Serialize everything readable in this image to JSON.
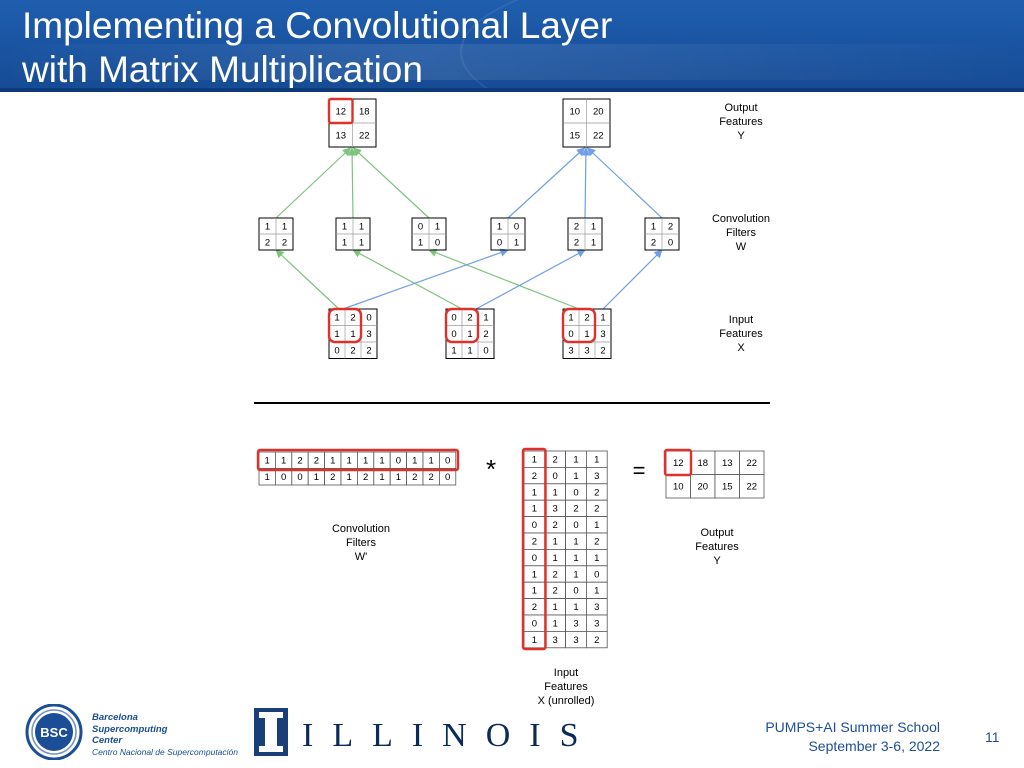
{
  "slide": {
    "title_line1": "Implementing a Convolutional Layer",
    "title_line2": "with Matrix Multiplication",
    "page_number": "11"
  },
  "labels": {
    "output_features_top": [
      "Output",
      "Features",
      "Y"
    ],
    "conv_filters_top": [
      "Convolution",
      "Filters",
      "W"
    ],
    "input_features_top": [
      "Input",
      "Features",
      "X"
    ],
    "conv_filters_bottom": [
      "Convolution",
      "Filters",
      "W'"
    ],
    "output_features_bottom": [
      "Output",
      "Features",
      "Y"
    ],
    "input_unrolled": [
      "Input",
      "Features",
      "X (unrolled)"
    ],
    "multiply_symbol": "*",
    "equals_symbol": "="
  },
  "matrices": {
    "output_y": [
      [
        [
          "12",
          "18"
        ],
        [
          "13",
          "22"
        ]
      ],
      [
        [
          "10",
          "20"
        ],
        [
          "15",
          "22"
        ]
      ]
    ],
    "filters_w": [
      [
        [
          "1",
          "1"
        ],
        [
          "2",
          "2"
        ]
      ],
      [
        [
          "1",
          "1"
        ],
        [
          "1",
          "1"
        ]
      ],
      [
        [
          "0",
          "1"
        ],
        [
          "1",
          "0"
        ]
      ],
      [
        [
          "1",
          "0"
        ],
        [
          "0",
          "1"
        ]
      ],
      [
        [
          "2",
          "1"
        ],
        [
          "2",
          "1"
        ]
      ],
      [
        [
          "1",
          "2"
        ],
        [
          "2",
          "0"
        ]
      ]
    ],
    "input_x": [
      [
        [
          "1",
          "2",
          "0"
        ],
        [
          "1",
          "1",
          "3"
        ],
        [
          "0",
          "2",
          "2"
        ]
      ],
      [
        [
          "0",
          "2",
          "1"
        ],
        [
          "0",
          "1",
          "2"
        ],
        [
          "1",
          "1",
          "0"
        ]
      ],
      [
        [
          "1",
          "2",
          "1"
        ],
        [
          "0",
          "1",
          "3"
        ],
        [
          "3",
          "3",
          "2"
        ]
      ]
    ],
    "filters_w_prime": [
      [
        "1",
        "1",
        "2",
        "2",
        "1",
        "1",
        "1",
        "1",
        "0",
        "1",
        "1",
        "0"
      ],
      [
        "1",
        "0",
        "0",
        "1",
        "2",
        "1",
        "2",
        "1",
        "1",
        "2",
        "2",
        "0"
      ]
    ],
    "input_unrolled": [
      [
        "1",
        "2",
        "1",
        "1"
      ],
      [
        "2",
        "0",
        "1",
        "3"
      ],
      [
        "1",
        "1",
        "0",
        "2"
      ],
      [
        "1",
        "3",
        "2",
        "2"
      ],
      [
        "0",
        "2",
        "0",
        "1"
      ],
      [
        "2",
        "1",
        "1",
        "2"
      ],
      [
        "0",
        "1",
        "1",
        "1"
      ],
      [
        "1",
        "2",
        "1",
        "0"
      ],
      [
        "1",
        "2",
        "0",
        "1"
      ],
      [
        "2",
        "1",
        "1",
        "3"
      ],
      [
        "0",
        "1",
        "3",
        "3"
      ],
      [
        "1",
        "3",
        "3",
        "2"
      ]
    ],
    "output_y_flat": [
      [
        "12",
        "18",
        "13",
        "22"
      ],
      [
        "10",
        "20",
        "15",
        "22"
      ]
    ]
  },
  "colors": {
    "header_blue": "#1a55a3",
    "highlight": "#e0302a",
    "green_arrow": "#7cc47c",
    "blue_arrow": "#6f9fe6",
    "footer_text": "#1f4e96"
  },
  "footer": {
    "bsc_line1": "Barcelona",
    "bsc_line2": "Supercomputing",
    "bsc_line3": "Center",
    "bsc_line4": "Centro Nacional de Supercomputación",
    "bsc_mark": "BSC",
    "illinois": "ILLINOIS",
    "event_line1": "PUMPS+AI Summer School",
    "event_line2": "September 3-6, 2022"
  }
}
